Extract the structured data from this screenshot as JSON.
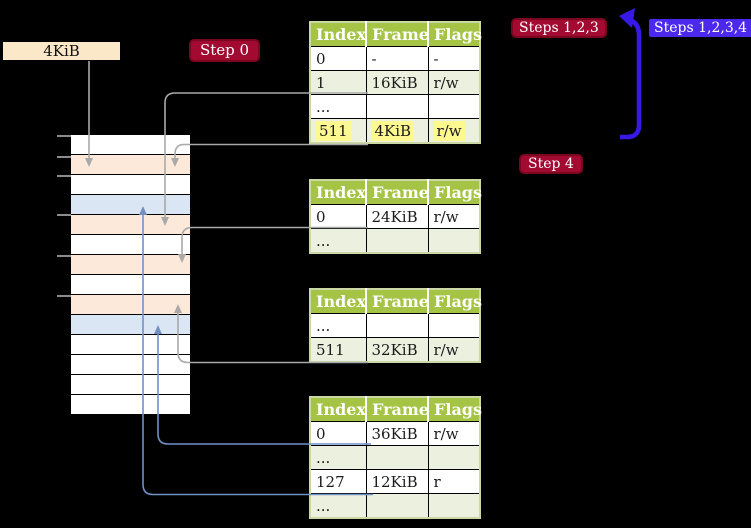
{
  "legend": {
    "frame_size_label": "4KiB"
  },
  "badges": {
    "step0": {
      "label": "Step 0"
    },
    "steps123": {
      "label": "Steps 1,2,3"
    },
    "steps1234": {
      "label": "Steps 1,2,3,4"
    },
    "step4": {
      "label": "Step 4"
    }
  },
  "tables": {
    "columns": [
      "Index",
      "Frame",
      "Flags"
    ],
    "table1": {
      "rows": [
        [
          "0",
          "-",
          "-"
        ],
        [
          "1",
          "16KiB",
          "r/w"
        ],
        [
          "...",
          "",
          ""
        ],
        [
          "511",
          "4KiB",
          "r/w"
        ]
      ],
      "highlighted_row": "511"
    },
    "table2": {
      "rows": [
        [
          "0",
          "24KiB",
          "r/w"
        ],
        [
          "...",
          "",
          ""
        ]
      ]
    },
    "table3": {
      "rows": [
        [
          "...",
          "",
          ""
        ],
        [
          "511",
          "32KiB",
          "r/w"
        ]
      ]
    },
    "table4": {
      "rows": [
        [
          "0",
          "36KiB",
          "r/w"
        ],
        [
          "...",
          "",
          ""
        ],
        [
          "127",
          "12KiB",
          "r"
        ],
        [
          "...",
          "",
          ""
        ]
      ]
    }
  },
  "memory": {
    "rows": [
      "free",
      "table",
      "free",
      "page",
      "table",
      "free",
      "table",
      "free",
      "table",
      "page",
      "free",
      "free",
      "free",
      "free"
    ]
  },
  "colors": {
    "background": "#000000",
    "table_header_green": "#A5C445",
    "table_row_green": "#EBF1DE",
    "highlight_yellow": "#FDF88F",
    "badge_red": "#A30A32",
    "badge_red_border": "#7A0620",
    "badge_blue": "#4B28EB",
    "arrow_gray": "#A9A9A9",
    "arrow_blue": "#7191C5",
    "big_arrow_blue": "#3719E6",
    "mem_free": "#FFFFFF",
    "mem_table_frame": "#FDE9D9",
    "mem_page_frame": "#DAE6F3",
    "label_box_tan": "#FBE8C9",
    "tick_gray": "#8C8C8C"
  }
}
